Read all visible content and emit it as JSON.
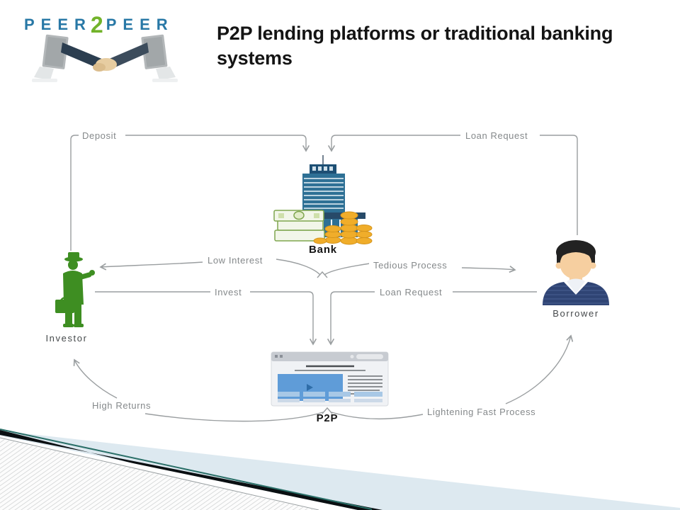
{
  "slide": {
    "logo": {
      "word_left": "PEER",
      "digit": "2",
      "word_right": "PEER"
    },
    "title": "P2P lending platforms or traditional banking systems",
    "diagram": {
      "nodes": {
        "investor": "Investor",
        "bank": "Bank",
        "borrower": "Borrower",
        "p2p": "P2P"
      },
      "edges": {
        "deposit": "Deposit",
        "loan_request_top": "Loan Request",
        "low_interest": "Low Interest",
        "tedious_process": "Tedious Process",
        "invest": "Invest",
        "loan_request_mid": "Loan Request",
        "high_returns": "High Returns",
        "lightening_fast": "Lightening Fast Process"
      }
    },
    "colors": {
      "logo_teal": "#2878a6",
      "logo_green": "#72b32a",
      "arrow_gray": "#9a9ea0",
      "label_gray": "#85898b",
      "investor_green": "#3e8e22",
      "bank_blue": "#2e7095",
      "bank_dark": "#274a68",
      "money_green": "#7fa64f",
      "coin_gold": "#f0ad2a",
      "suit_navy": "#2f4474",
      "skin": "#f6cfa0",
      "browser_blue": "#5f9cd8",
      "accent_teal": "#2a6f68",
      "band_blue": "#dde9f0"
    }
  }
}
